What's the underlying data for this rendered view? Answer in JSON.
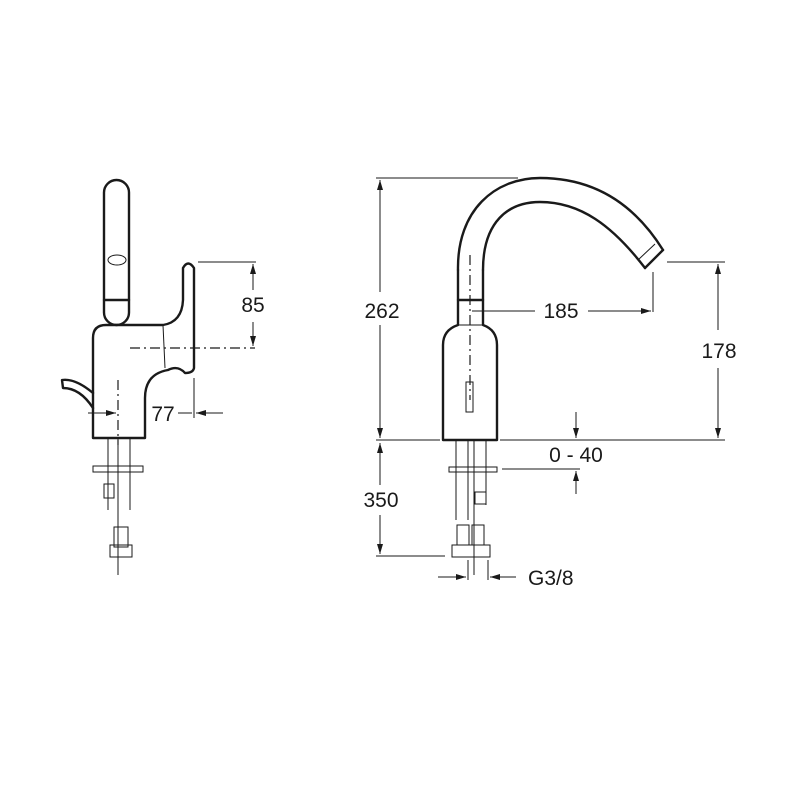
{
  "drawing": {
    "side_view": {
      "lever_height": "85",
      "lever_reach": "77"
    },
    "front_view": {
      "total_height": "262",
      "spout_reach": "185",
      "spout_height": "178",
      "deck_thickness": "0 - 40",
      "hose_length": "350",
      "connection": "G3/8"
    }
  }
}
